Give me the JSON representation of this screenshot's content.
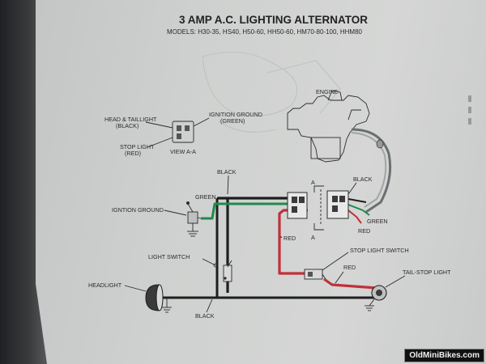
{
  "title": "3 AMP A.C. LIGHTING ALTERNATOR",
  "models": "MODELS: H30-35, HS40, H50-60, HH50-60, HM70-80-100, HHM80",
  "labels": {
    "engine": "ENGINE",
    "head_taillight": "HEAD & TAILLIGHT",
    "black_paren": "(BLACK)",
    "ignition_ground_top": "IGNITION GROUND",
    "green_paren": "(GREEN)",
    "stop_light": "STOP LIGHT",
    "red_paren": "(RED)",
    "view_aa": "VIEW A-A",
    "black_top": "BLACK",
    "green_left": "GREEN",
    "ignition_ground_left": "IGNTION GROUND",
    "a_top": "A",
    "a_bottom": "A",
    "black_conn": "BLACK",
    "green_conn": "GREEN",
    "red_conn": "RED",
    "red_mid": "RED",
    "light_switch": "LIGHT SWITCH",
    "stop_light_switch": "STOP LIGHT SWITCH",
    "red_lower": "RED",
    "headlight": "HEADLIGHT",
    "tail_stop_light": "TAIL-STOP LIGHT",
    "black_bottom": "BLACK"
  },
  "watermark": "OldMiniBikes.com",
  "colors": {
    "wire_black": "#1e1e1e",
    "wire_green": "#1f8a4c",
    "wire_red": "#c0303a"
  }
}
